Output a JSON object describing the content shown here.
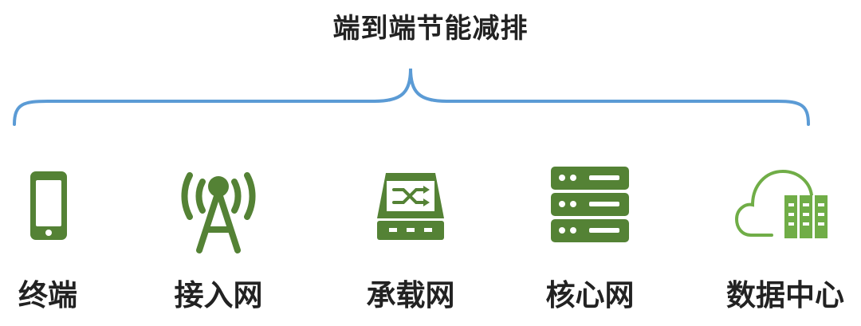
{
  "title": "端到端节能减排",
  "colors": {
    "accent": "#5b9bd5",
    "icon": "#548235"
  },
  "items": [
    {
      "label": "终端",
      "icon": "smartphone-icon"
    },
    {
      "label": "接入网",
      "icon": "radio-tower-icon"
    },
    {
      "label": "承载网",
      "icon": "network-switch-icon"
    },
    {
      "label": "核心网",
      "icon": "server-rack-icon"
    },
    {
      "label": "数据中心",
      "icon": "cloud-datacenter-icon"
    }
  ]
}
